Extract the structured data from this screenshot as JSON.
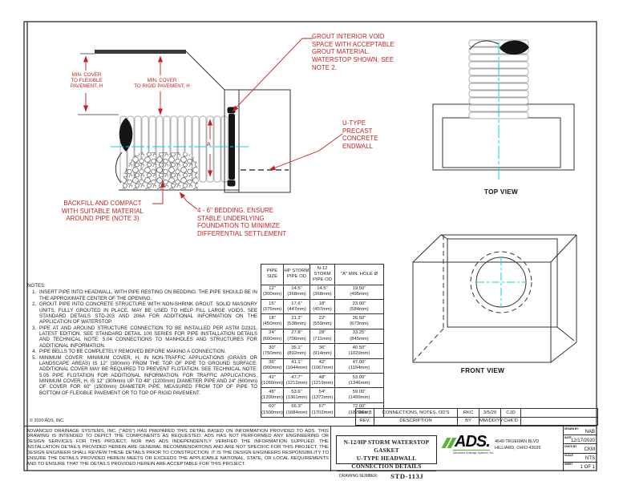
{
  "colors": {
    "annotation_red": "#c5201f",
    "centerline_cyan": "#00d9d9",
    "line_dark": "#2b2b2b",
    "ads_green": "#5cb331"
  },
  "section_detail": {
    "callout_grout": "GROUT INTERIOR VOID\nSPACE WITH ACCEPTABLE\nGROUT MATERIAL.\nWATERSTOP SHOWN, SEE\nNOTE 2.",
    "callout_endwall": "U-TYPE\nPRECAST\nCONCRETE\nENDWALL",
    "callout_backfill": "BACKFILL AND COMPACT\nWITH SUITABLE MATERIAL\nAROUND PIPE (NOTE 3)",
    "callout_bedding": "4 - 6\" BEDDING. ENSURE\nSTABLE UNDERLYING\nFOUNDATION TO MINIMIZE\nDIFFERENTIAL SETTLEMENT",
    "dim_cover_flexible": "MIN. COVER\nTO FLEXIBLE\nPAVEMENT, H",
    "dim_cover_rigid": "MIN. COVER\nTO RIGID PAVEMENT, H",
    "dim_hole_label": "A"
  },
  "views": {
    "top": "TOP VIEW",
    "front": "FRONT VIEW"
  },
  "pipe_table": {
    "headers": [
      "PIPE SIZE",
      "HP STORM\nPIPE OD",
      "N-12\nSTORM\nPIPE OD",
      "\"A\" MIN. HOLE Ø"
    ],
    "rows": [
      [
        "12\"\n(300mm)",
        "14.5\"\n(368mm)",
        "14.5\"\n(368mm)",
        "19.50\"\n(495mm)"
      ],
      [
        "15\"\n(375mm)",
        "17.6\"\n(447mm)",
        "18\"\n(457mm)",
        "23.00\"\n(584mm)"
      ],
      [
        "18\"\n(450mm)",
        "21.2\"\n(538mm)",
        "22\"\n(559mm)",
        "26.50\"\n(673mm)"
      ],
      [
        "24\"\n(600mm)",
        "27.8\"\n(706mm)",
        "28\"\n(711mm)",
        "33.25\"\n(845mm)"
      ],
      [
        "30\"\n(750mm)",
        "35.1\"\n(892mm)",
        "36\"\n(914mm)",
        "40.50\"\n(1029mm)"
      ],
      [
        "36\"\n(900mm)",
        "41.1\"\n(1044mm)",
        "42\"\n(1067mm)",
        "47.00\"\n(1194mm)"
      ],
      [
        "42\"\n(1050mm)",
        "47.7\"\n(1212mm)",
        "48\"\n(1219mm)",
        "53.00\"\n(1346mm)"
      ],
      [
        "48\"\n(1200mm)",
        "53.6\"\n(1361mm)",
        "54\"\n(1372mm)",
        "59.00\"\n(1499mm)"
      ],
      [
        "60\"\n(1500mm)",
        "66.3\"\n(1684mm)",
        "67\"\n(1702mm)",
        "72.00\"\n(1829mm)"
      ]
    ]
  },
  "notes": {
    "title": "NOTES:",
    "items": [
      "INSERT PIPE INTO HEADWALL, WITH PIPE RESTING ON BEDDING. THE PIPE SHOULD BE IN THE APPROXIMATE CENTER OF THE OPENING.",
      "GROUT PIPE INTO CONCRETE STRUCTURE WITH NON-SHRINK GROUT. SOLID MASONRY UNITS, FULLY GROUTED IN PLACE, MAY BE USED TO HELP FILL LARGE VOIDS. SEE STANDARD DETAILS STD-203 AND 206A FOR ADDITIONAL INFORMATION ON THE APPLICATION OF WATERSTOP.",
      "PIPE AT AND AROUND STRUCTURE CONNECTION TO BE INSTALLED PER ASTM D2321, LATEST EDITION. SEE STANDARD DETAIL 100 SERIES FOR PIPE INSTALLATION DETAILS AND TECHNICAL NOTE: 5.04 CONNECTIONS TO MANHOLES AND STRUCTURES FOR ADDITIONAL INFORMATION.",
      "PIPE BELLS TO BE COMPLETELY REMOVED BEFORE MAKING A CONNECTION.",
      "MINIMUM COVER: MINIMUM COVER, H, IN NON-TRAFFIC APPLICATIONS (GRASS OR LANDSCAPE AREAS) IS 12\" (300mm) FROM THE TOP OF PIPE TO GROUND SURFACE.  ADDITIONAL COVER MAY BE REQUIRED TO PREVENT FLOTATION. SEE TECHNICAL NOTE: 5.05 PIPE FLOTATION FOR ADDITIONAL INFORMATION. FOR TRAFFIC APPLICATIONS, MINIMUM COVER, H, IS 12\" (300mm) UP TO 48\" (1200mm) DIAMETER PIPE AND 24\" (600mm) OF COVER FOR 60\" (1500mm) DIAMETER PIPE, MEASURED FROM TOP OF PIPE TO BOTTOM OF FLEXIBLE PAVEMENT OR TO TOP OF RIGID PAVEMENT."
    ],
    "copyright": "© 2020 ADS, INC."
  },
  "revision_table": {
    "rows": [
      {
        "rev": "REV 3",
        "description": "CONNECTIONS, NOTES, OD'S",
        "by": "RKC",
        "date": "3/5/20",
        "chkd": "CJD"
      },
      {
        "rev": "REV.",
        "description": "DESCRIPTION",
        "by": "BY",
        "date": "MM/DD/YY",
        "chkd": "CHK'D"
      }
    ]
  },
  "disclaimer": "ADVANCED DRAINAGE SYSTEMS, INC. (\"ADS\") HAS PREPARED THIS DETAIL BASED ON INFORMATION PROVIDED TO ADS.  THIS DRAWING IS INTENDED TO DEPICT THE COMPONENTS AS REQUESTED.  ADS HAS NOT PERFORMED ANY ENGINEERING OR DESIGN SERVICES FOR THIS PROJECT, NOR HAS ADS INDEPENDENTLY VERIFIED THE INFORMATION SUPPLIED.  THE INSTALLATION DETAILS PROVIDED HEREIN ARE GENERAL RECOMMENDATIONS AND ARE NOT SPECIFIC FOR THIS PROJECT.  THE DESIGN ENGINEER SHALL REVIEW THESE DETAILS PRIOR TO CONSTRUCTION.  IT IS THE DESIGN ENGINEERS RESPONSIBILITY TO ENSURE THE DETAILS PROVIDED HEREIN MEETS OR EXCEEDS THE APPLICABLE NATIONAL, STATE, OR LOCAL REQUIREMENTS AND TO ENSURE THAT THE DETAILS PROVIDED HEREIN ARE ACCEPTABLE FOR THIS PROJECT.",
  "title_block": {
    "title_line1": "N-12/HP STORM WATERSTOP GASKET",
    "title_line2": "U-TYPE HEADWALL CONNECTION DETAILS",
    "drawing_number_label": "DRAWING NUMBER:",
    "drawing_number": "STD-113J",
    "logo": {
      "name": "ADS.",
      "tagline": "Advanced Drainage Systems, Inc."
    },
    "address_line1": "4640 TRUEMAN BLVD",
    "address_line2": "HILLIARD, OHIO 43026",
    "info": [
      {
        "label": "DRAWN BY",
        "value": "NAB"
      },
      {
        "label": "DATE",
        "value": "12/17/2020"
      },
      {
        "label": "CHK'D BY",
        "value": "CKM"
      },
      {
        "label": "SCALE",
        "value": "NTS"
      },
      {
        "label": "SHEET",
        "value": "1 OF 1"
      }
    ]
  }
}
